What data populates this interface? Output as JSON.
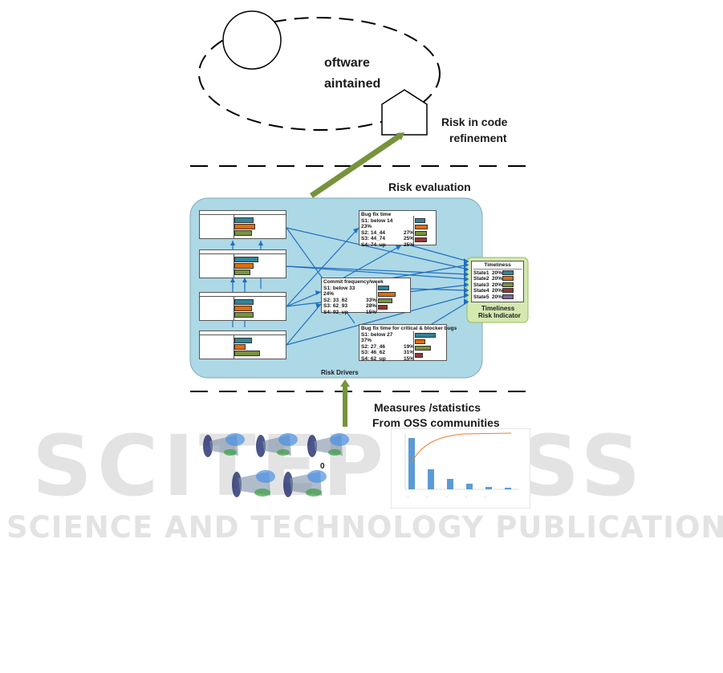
{
  "top": {
    "line1": "oftware",
    "line2": "aintained"
  },
  "risk_code": {
    "line1": "Risk in code",
    "line2": "refinement"
  },
  "risk_evaluation": "Risk evaluation",
  "risk_drivers": "Risk Drivers",
  "measures": {
    "line1": "Measures /statistics",
    "line2": "From OSS  communities"
  },
  "stray_char": "0",
  "bug_fix": {
    "title": "Bug fix time",
    "rows": [
      {
        "label": "S1: below 14",
        "pct": "23%"
      },
      {
        "label": "S2: 14_44",
        "pct": "27%"
      },
      {
        "label": "S3: 44_74",
        "pct": "25%"
      },
      {
        "label": "S4: 74_up",
        "pct": "25%"
      }
    ]
  },
  "commit": {
    "title": "Commit frequency/week",
    "rows": [
      {
        "label": "S1: below 33",
        "pct": "24%"
      },
      {
        "label": "S2: 33_62",
        "pct": "33%"
      },
      {
        "label": "S3: 62_93",
        "pct": "28%"
      },
      {
        "label": "S4: 92_up",
        "pct": "15%"
      }
    ]
  },
  "critical": {
    "title": "Bug fix time for critical & blocker bugs",
    "rows": [
      {
        "label": "S1: below 27",
        "pct": "37%"
      },
      {
        "label": "S2: 27_46",
        "pct": "19%"
      },
      {
        "label": "S3: 46_62",
        "pct": "31%"
      },
      {
        "label": "S4: 62_up",
        "pct": "15%"
      }
    ]
  },
  "timeliness": {
    "title": "Timeliness",
    "rows": [
      {
        "label": "State1",
        "pct": "20%"
      },
      {
        "label": "State2",
        "pct": "20%"
      },
      {
        "label": "State3",
        "pct": "20%"
      },
      {
        "label": "State4",
        "pct": "20%"
      },
      {
        "label": "State5",
        "pct": "20%"
      }
    ],
    "caption1": "Timeliness",
    "caption2": "Risk Indicator"
  },
  "watermark": {
    "big": "SCITEPRESS",
    "small": "SCIENCE AND TECHNOLOGY PUBLICATIONS"
  },
  "colors": {
    "panel": "#add8e6",
    "indicator": "#d3e9b0",
    "teal": "#31849b",
    "orange": "#e36c0a",
    "green": "#77933c",
    "red": "#943634",
    "purple": "#8064a2",
    "arrow_green": "#77933c",
    "link_blue": "#1f6fc0"
  }
}
